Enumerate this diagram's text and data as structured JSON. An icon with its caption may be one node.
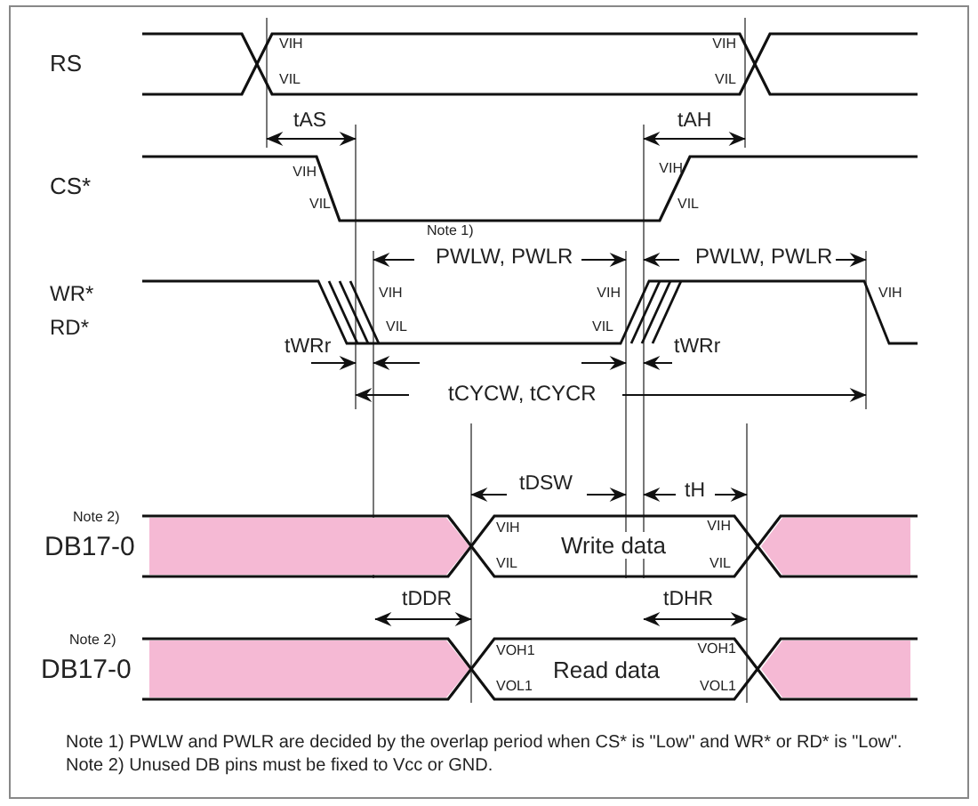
{
  "diagram": {
    "labels": [
      "RS",
      "VIH",
      "VIL",
      "VIH",
      "VIL",
      "tAS",
      "tAH",
      "CS*",
      "VIH",
      "VIL",
      "VIH",
      "VIL",
      "Note 1)",
      "PWLW, PWLR",
      "PWLW, PWLR",
      "WR*",
      "RD*",
      "VIH",
      "VIL",
      "VIH",
      "VIL",
      "VIH",
      "tWRr",
      "tWRr",
      "tCYCW, tCYCR",
      "tDSW",
      "tH",
      "Note 2)",
      "DB17-0",
      "VIH",
      "VIH",
      "Write data",
      "VIL",
      "VIL",
      "tDDR",
      "tDHR",
      "Note 2)",
      "DB17-0",
      "VOH1",
      "VOH1",
      "Read data",
      "VOL1",
      "VOL1",
      "Note 1) PWLW and PWLR are decided by the overlap period when CS* is \"Low\" and WR* or RD* is \"Low\".",
      "Note 2) Unused DB pins must be fixed to Vcc or GND."
    ]
  }
}
